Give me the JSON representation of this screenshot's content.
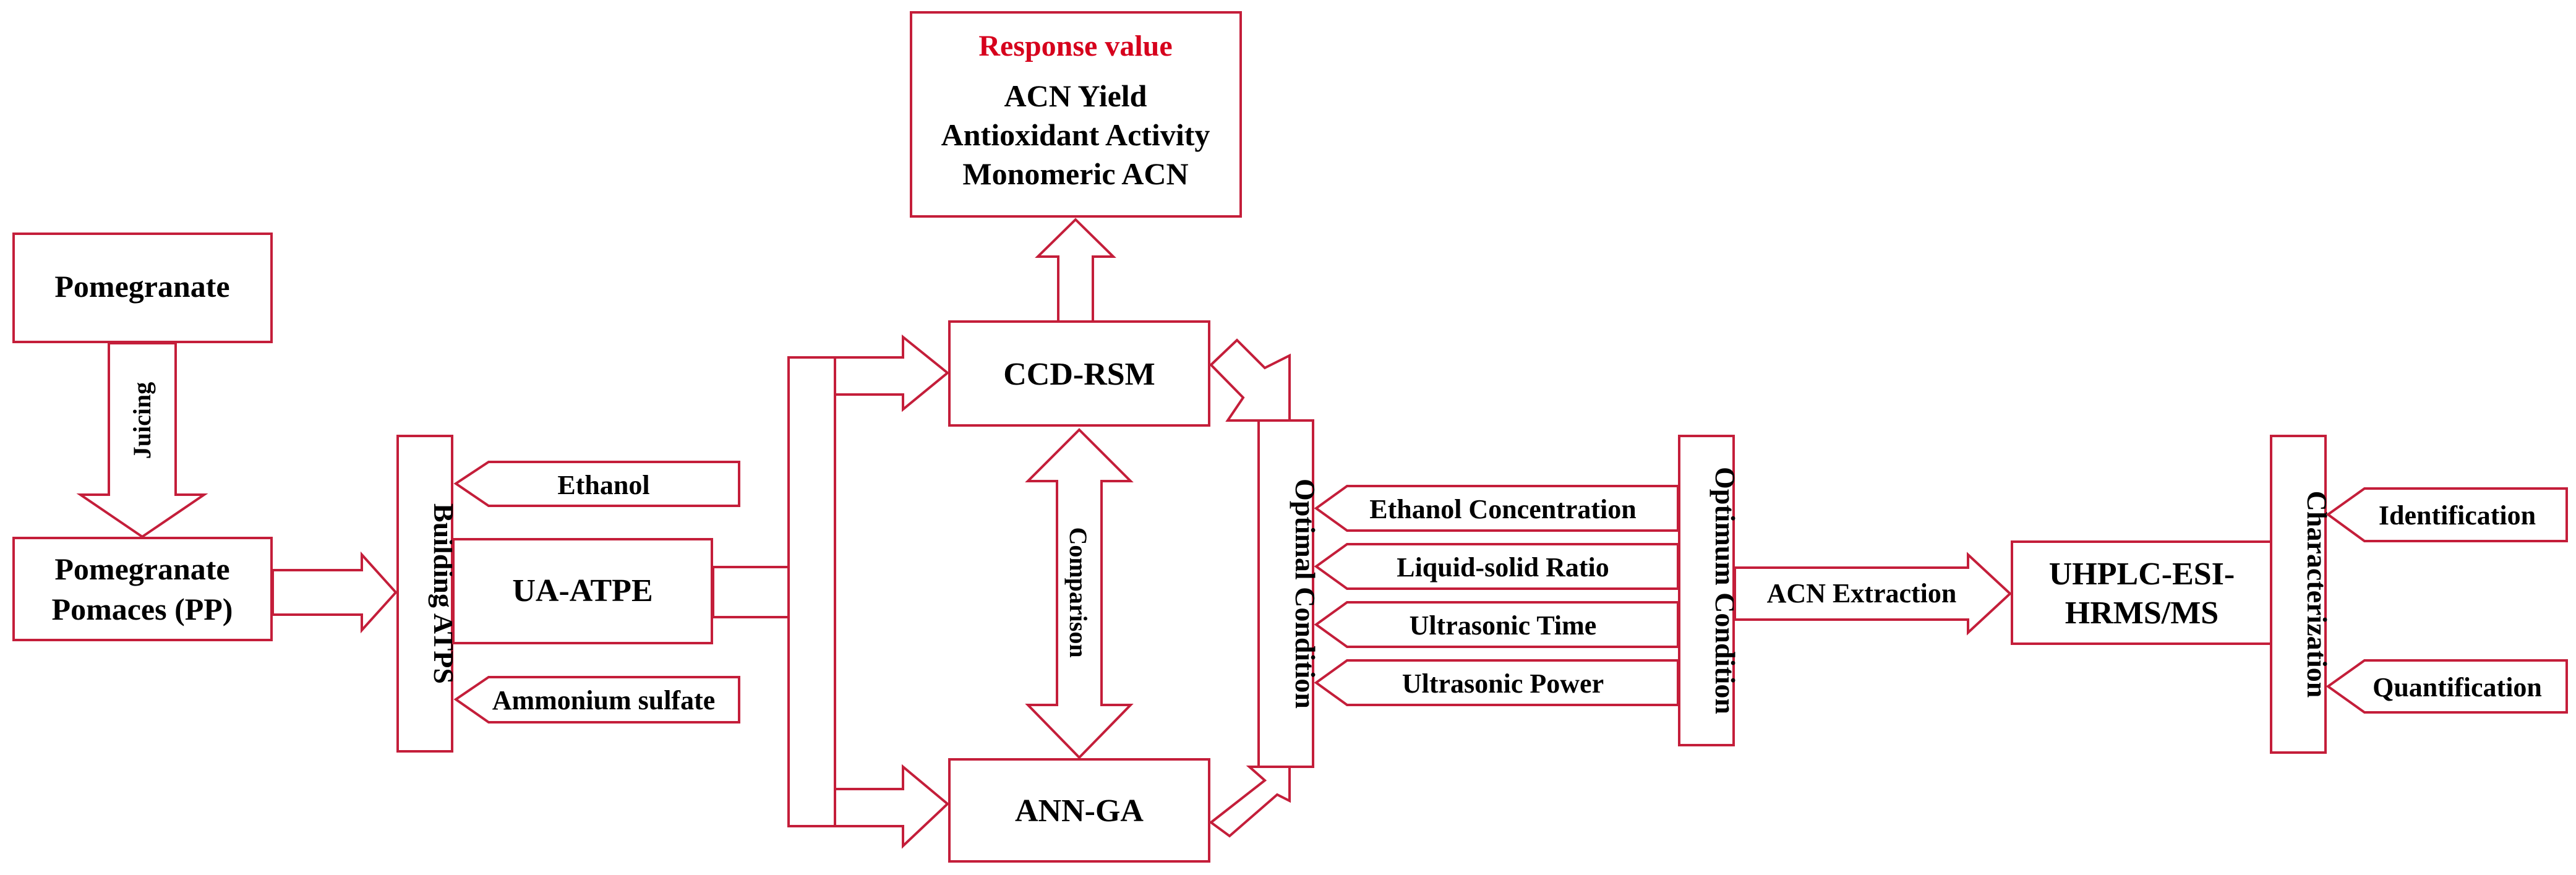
{
  "nodes": {
    "pomegranate": "Pomegranate",
    "pomaces_line1": "Pomegranate",
    "pomaces_line2": "Pomaces (PP)",
    "building_atps": "Building ATPS",
    "ua_atpe": "UA-ATPE",
    "ccd_rsm": "CCD-RSM",
    "ann_ga": "ANN-GA",
    "response_title": "Response value",
    "response_items": [
      "ACN Yield",
      "Antioxidant Activity",
      "Monomeric ACN"
    ],
    "optimal_condition": "Optimal Condition",
    "optimum_condition": "Optimum Condition",
    "uhplc_line1": "UHPLC-ESI-",
    "uhplc_line2": "HRMS/MS",
    "characterization": "Characterization"
  },
  "inputs": {
    "ethanol": "Ethanol",
    "ammonium_sulfate": "Ammonium sulfate",
    "factors": [
      "Ethanol Concentration",
      "Liquid-solid Ratio",
      "Ultrasonic Time",
      "Ultrasonic Power"
    ],
    "identification": "Identification",
    "quantification": "Quantification"
  },
  "arrow_labels": {
    "juicing": "Juicing",
    "comparison": "Comparison",
    "acn_extraction": "ACN Extraction"
  },
  "colors": {
    "outline": "#c41e3a",
    "response_title": "#d6001c",
    "text": "#000000"
  }
}
